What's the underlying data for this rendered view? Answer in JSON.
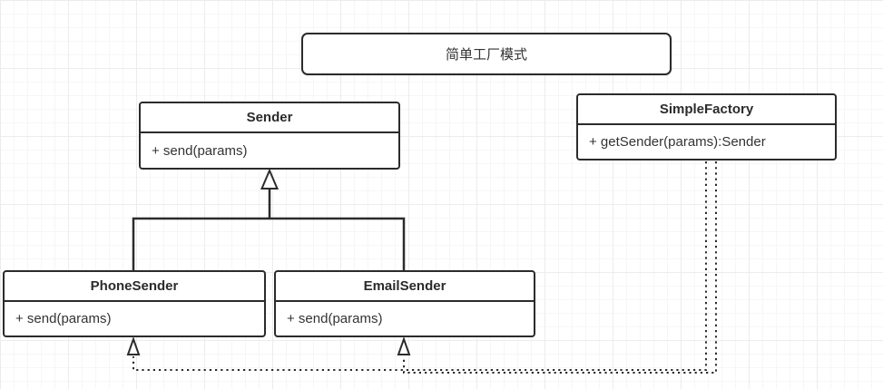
{
  "diagram": {
    "title": "简单工厂模式"
  },
  "classes": [
    {
      "id": "sender",
      "name": "Sender",
      "members": [
        "+ send(params)"
      ]
    },
    {
      "id": "simplefactory",
      "name": "SimpleFactory",
      "members": [
        "+ getSender(params):Sender"
      ]
    },
    {
      "id": "phonesender",
      "name": "PhoneSender",
      "members": [
        "+ send(params)"
      ]
    },
    {
      "id": "emailsender",
      "name": "EmailSender",
      "members": [
        "+ send(params)"
      ]
    }
  ],
  "relationships": [
    {
      "type": "generalization",
      "from": "PhoneSender",
      "to": "Sender",
      "line_style": "solid",
      "arrowhead": "hollow-triangle"
    },
    {
      "type": "generalization",
      "from": "EmailSender",
      "to": "Sender",
      "line_style": "solid",
      "arrowhead": "hollow-triangle"
    },
    {
      "type": "dependency",
      "from": "SimpleFactory",
      "to": "PhoneSender",
      "line_style": "dotted",
      "arrowhead": "hollow-triangle"
    },
    {
      "type": "dependency",
      "from": "SimpleFactory",
      "to": "EmailSender",
      "line_style": "dotted",
      "arrowhead": "hollow-triangle"
    }
  ],
  "colors": {
    "stroke": "#2b2b2b",
    "text": "#333333",
    "background": "#ffffff",
    "grid_minor": "#f6f6f6",
    "grid_major": "#ececec"
  }
}
